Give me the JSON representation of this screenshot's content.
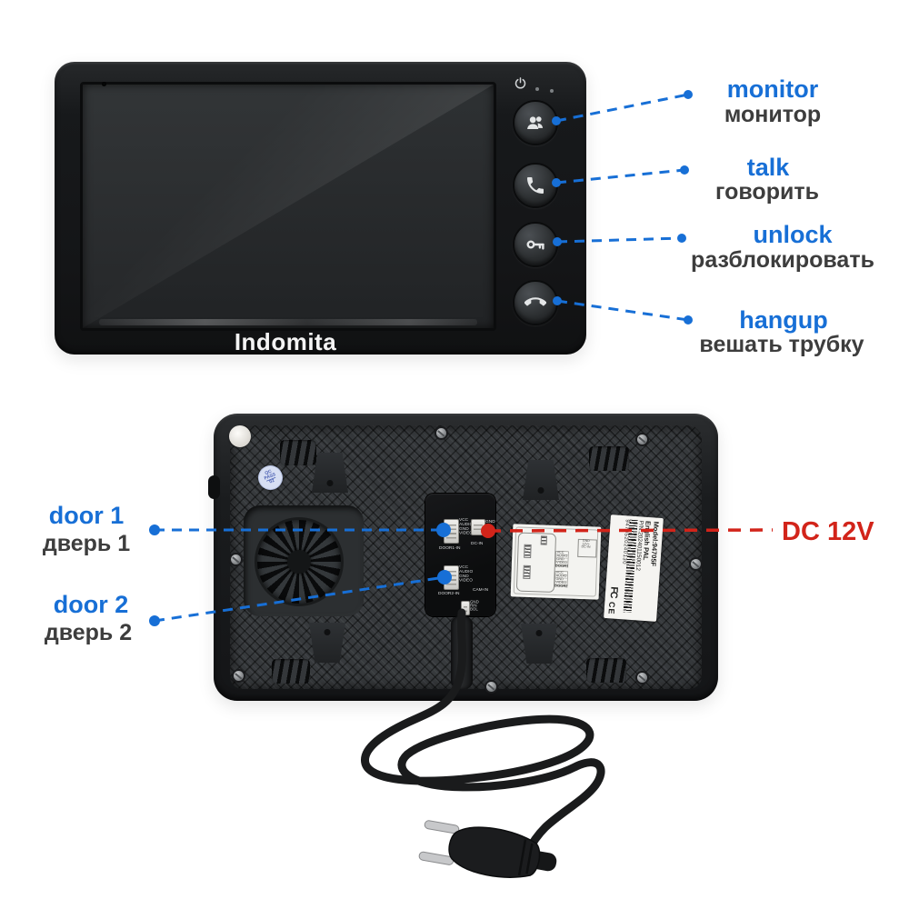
{
  "colors": {
    "accent_blue": "#176fd6",
    "accent_red": "#d2241a",
    "label_gray": "#3d3d3d"
  },
  "front": {
    "brand": "Indomita"
  },
  "annotations": {
    "right": [
      {
        "en": "monitor",
        "ru": "монитор"
      },
      {
        "en": "talk",
        "ru": "говорить"
      },
      {
        "en": "unlock",
        "ru": "разблокировать"
      },
      {
        "en": "hangup",
        "ru": "вешать трубку"
      }
    ],
    "left": [
      {
        "en": "door 1",
        "ru": "дверь 1"
      },
      {
        "en": "door 2",
        "ru": "дверь 2"
      }
    ],
    "power": "DC 12V"
  },
  "back": {
    "qc_sticker": {
      "line1": "QC",
      "line2": "PASS",
      "line3": "02"
    },
    "connector_panel": {
      "door1_pins": [
        "VCC",
        "AUDIO",
        "GND",
        "VIDEO"
      ],
      "door1_label": "DOOR1-IN",
      "dc_pin": "GND",
      "dc_label": "DC-IN",
      "door2_pins": [
        "VCC",
        "AUDIO",
        "GND",
        "VIDEO"
      ],
      "door2_label": "DOOR2-IN",
      "cam_label": "CAM-IN",
      "aux_pins": [
        "GND",
        "RIN",
        "BOL"
      ]
    },
    "diagram_label": {
      "dc_box": [
        "GND",
        "12V+",
        "DC-IN"
      ],
      "door1_pins": [
        "VCC",
        "AUDIO",
        "GND",
        "VIDEO"
      ],
      "door1_label": "DOOR1",
      "door2_pins": [
        "VCC",
        "AUDIO",
        "GND",
        "VIDEO"
      ],
      "door2_label": "DOOR2"
    },
    "product_sticker": {
      "model": "Model:94705F",
      "system": "English PAL",
      "pn": "P/N:202401150012",
      "serial": "9470520240130",
      "fcc_mark": "FC",
      "ce_mark": "CE"
    }
  }
}
